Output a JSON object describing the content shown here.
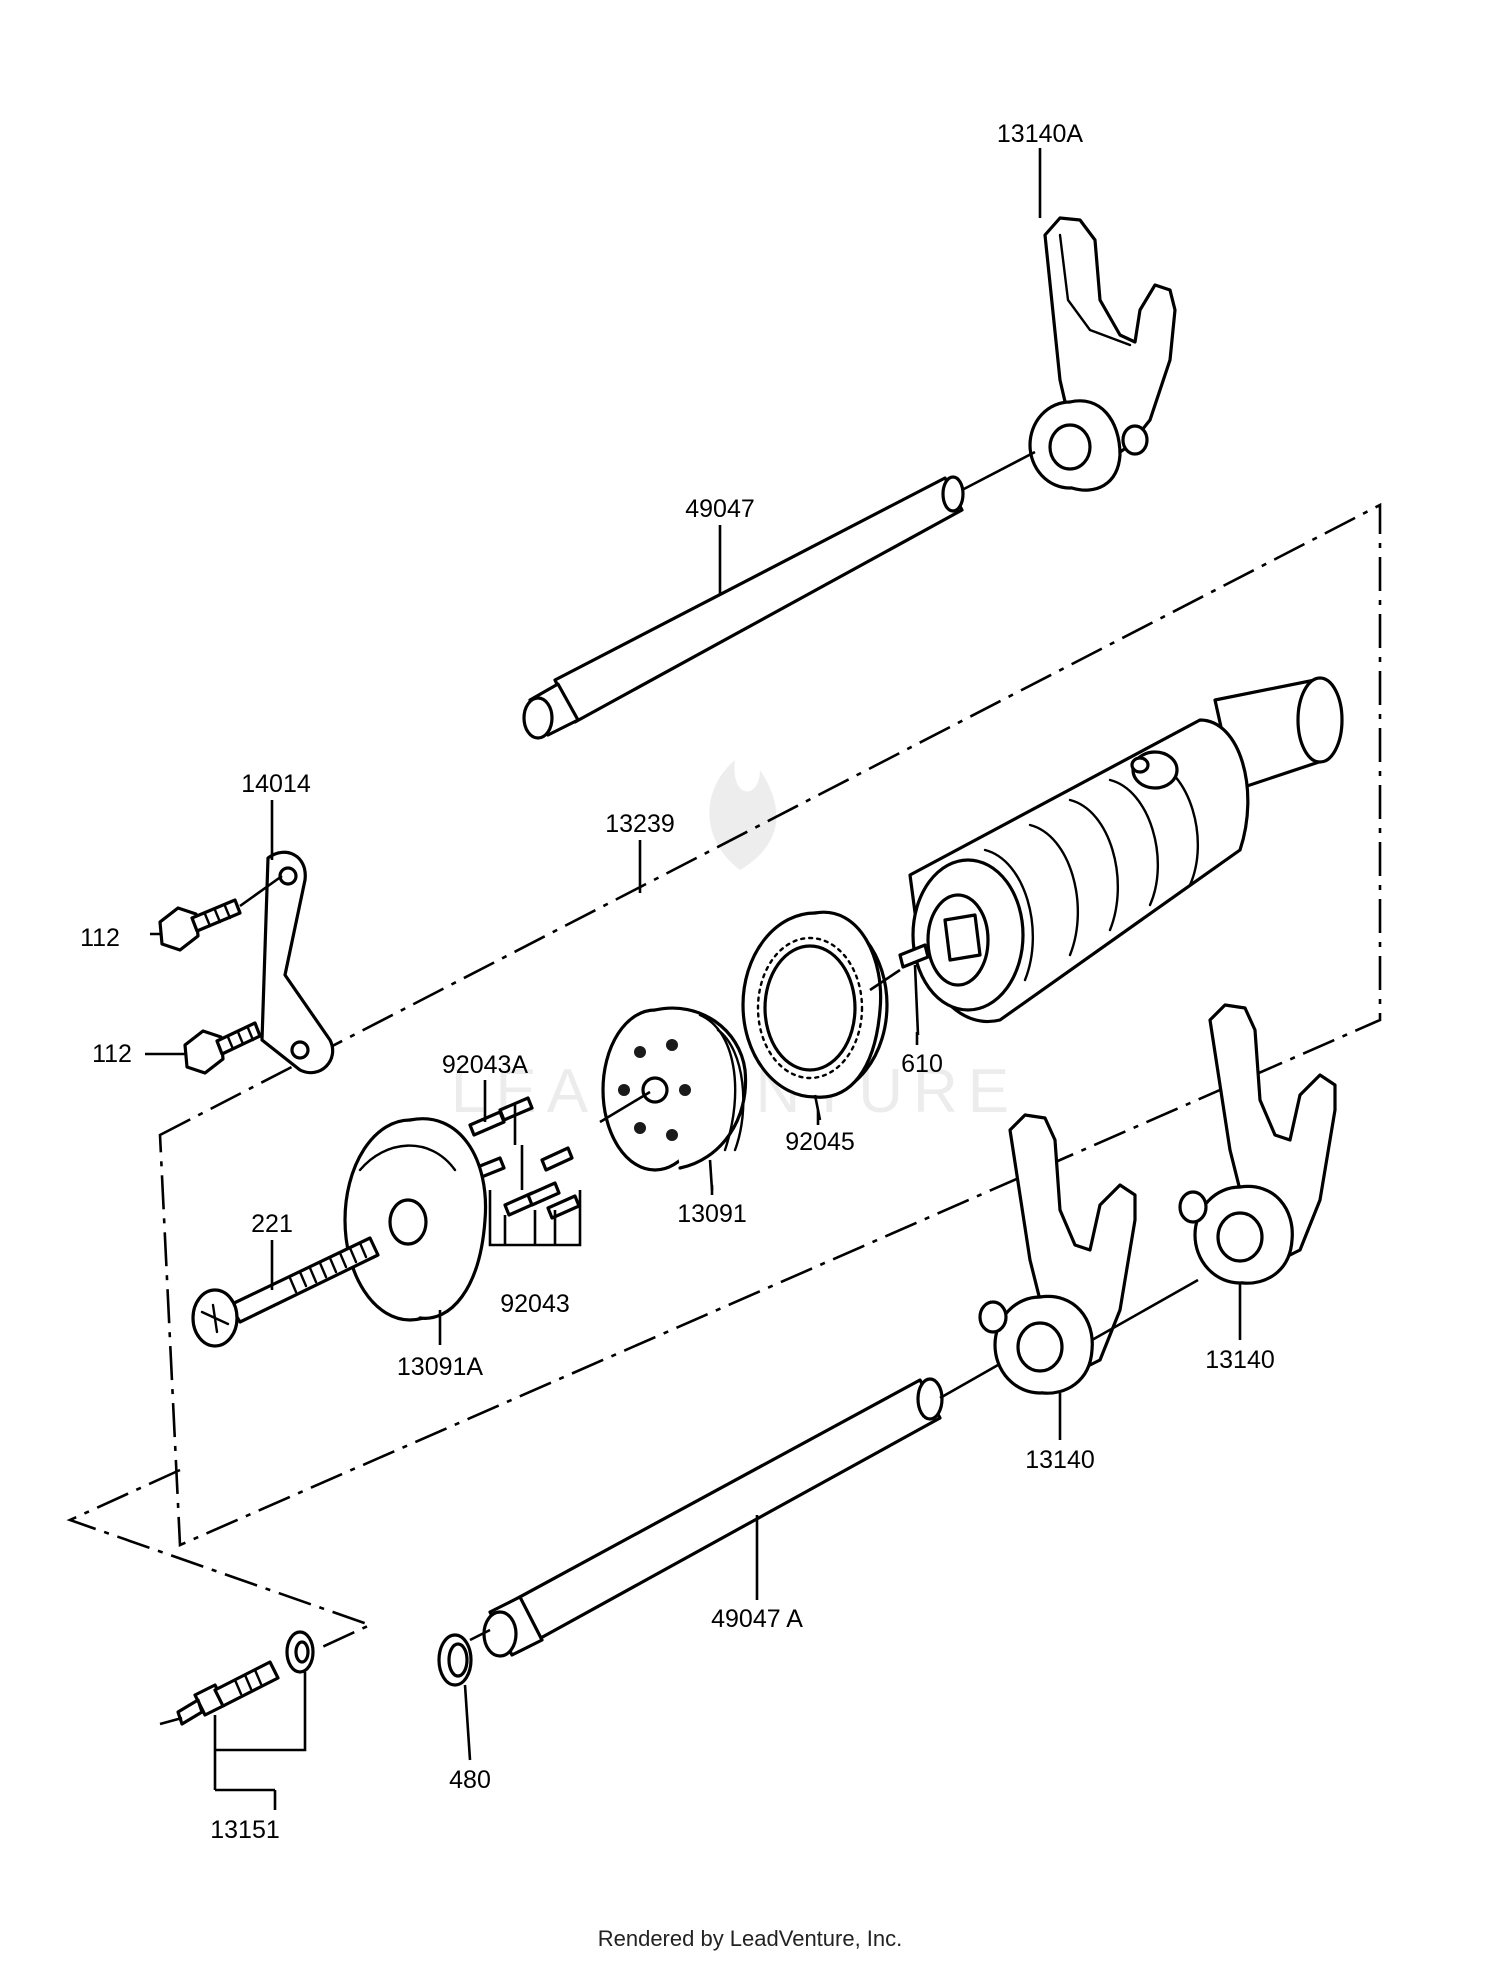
{
  "labels": {
    "p13140A": "13140A",
    "p49047": "49047",
    "p14014": "14014",
    "p13239": "13239",
    "p112a": "112",
    "p112b": "112",
    "p92043A": "92043A",
    "p610": "610",
    "p92045": "92045",
    "p221": "221",
    "p13091": "13091",
    "p92043": "92043",
    "p13091A": "13091A",
    "p13140a": "13140",
    "p13140b": "13140",
    "p49047A": "49047 A",
    "p480": "480",
    "p13151": "13151"
  },
  "watermark": "LEADVENTURE",
  "footer": "Rendered by LeadVenture, Inc."
}
